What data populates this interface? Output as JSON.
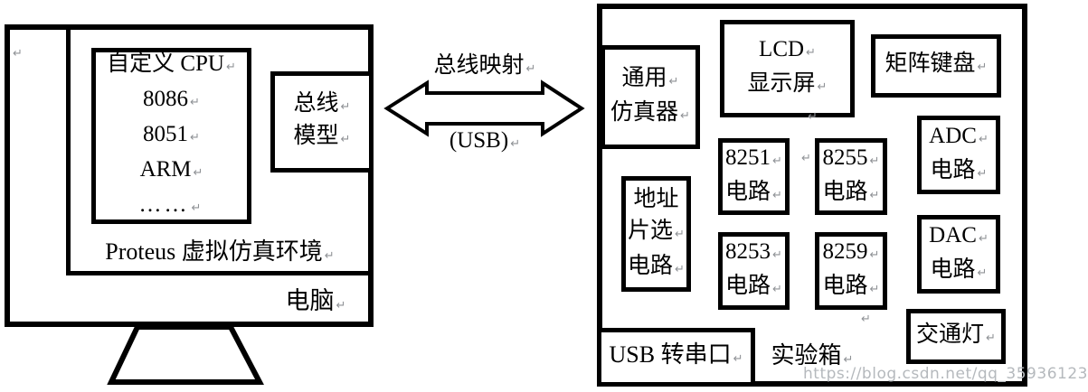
{
  "glyphs": {
    "return_mark": "↵"
  },
  "colors": {
    "line": "#000000",
    "background": "#ffffff",
    "return_mark": "#8f9296",
    "watermark": "#b5b9bd"
  },
  "left": {
    "monitor_label": "电脑",
    "environment_label": "Proteus 虚拟仿真环境",
    "cpu_box": {
      "lines": [
        "自定义 CPU",
        "8086",
        "8051",
        "ARM",
        "……"
      ]
    },
    "bus_model_box": {
      "lines": [
        "总线",
        "模型"
      ]
    }
  },
  "connector": {
    "top_label": "总线映射",
    "bottom_label": "(USB)"
  },
  "right": {
    "panel_label": "实验箱",
    "boxes": {
      "general_emulator": {
        "lines": [
          "通用",
          "仿真器"
        ]
      },
      "lcd": {
        "lines": [
          "LCD",
          "显示屏"
        ]
      },
      "matrix_keyboard": {
        "lines": [
          "矩阵键盘"
        ]
      },
      "i8251": {
        "lines": [
          "8251",
          "电路"
        ]
      },
      "i8255": {
        "lines": [
          "8255",
          "电路"
        ]
      },
      "adc": {
        "lines": [
          "ADC",
          "电路"
        ]
      },
      "address_chip_select": {
        "lines": [
          "地址",
          "片选",
          "电路"
        ]
      },
      "i8253": {
        "lines": [
          "8253",
          "电路"
        ]
      },
      "i8259": {
        "lines": [
          "8259",
          "电路"
        ]
      },
      "dac": {
        "lines": [
          "DAC",
          "电路"
        ]
      },
      "traffic_light": {
        "lines": [
          "交通灯"
        ]
      },
      "usb_serial": {
        "lines": [
          "USB 转串口"
        ]
      }
    }
  },
  "watermark": {
    "text": "https://blog.csdn.net/qq_35936123"
  }
}
